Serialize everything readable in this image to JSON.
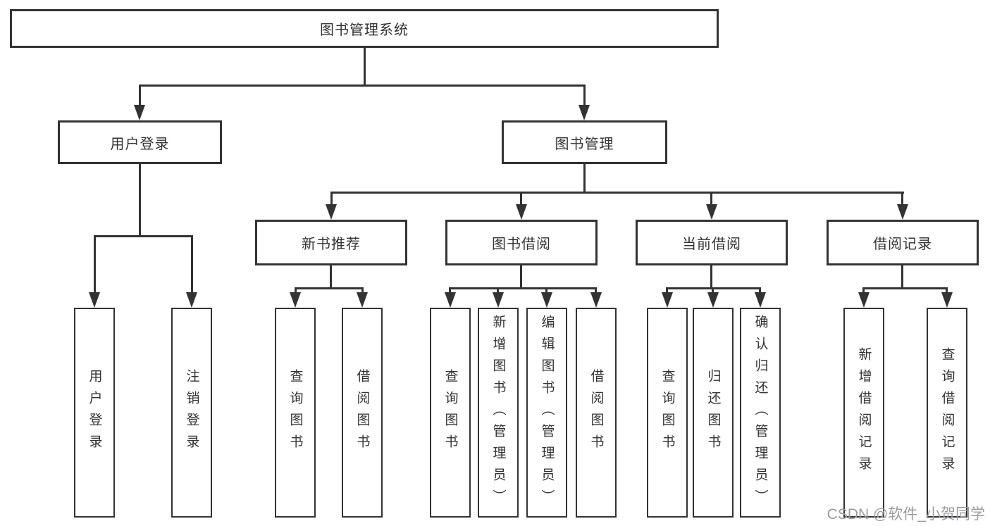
{
  "diagram": {
    "root": {
      "label": "图书管理系统"
    },
    "level2": [
      {
        "label": "用户登录"
      },
      {
        "label": "图书管理"
      }
    ],
    "level3": [
      {
        "label": "新书推荐"
      },
      {
        "label": "图书借阅"
      },
      {
        "label": "当前借阅"
      },
      {
        "label": "借阅记录"
      }
    ],
    "leaves": {
      "login": [
        {
          "label": "用户登录"
        },
        {
          "label": "注销登录"
        }
      ],
      "newbook": [
        {
          "label": "查询图书"
        },
        {
          "label": "借阅图书"
        }
      ],
      "borrow": [
        {
          "label": "查询图书"
        },
        {
          "label": "新增图书（管理员）"
        },
        {
          "label": "编辑图书（管理员）"
        },
        {
          "label": "借阅图书"
        }
      ],
      "current": [
        {
          "label": "查询图书"
        },
        {
          "label": "归还图书"
        },
        {
          "label": "确认归还（管理员）"
        }
      ],
      "records": [
        {
          "label": "新增借阅记录"
        },
        {
          "label": "查询借阅记录"
        }
      ]
    },
    "colors": {
      "line": "#333333",
      "text": "#333333",
      "background": "#ffffff",
      "watermark": "#9b9ba1"
    }
  },
  "watermark": {
    "text": "CSDN @软件_小贺同学"
  }
}
